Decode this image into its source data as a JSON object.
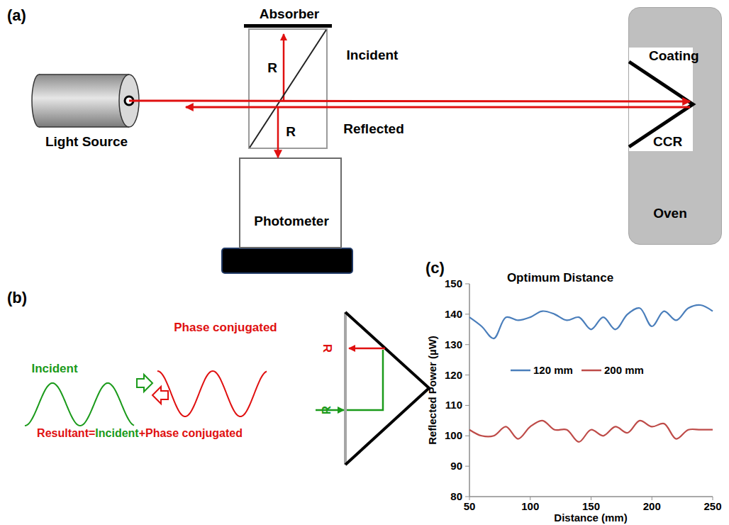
{
  "diagram": {
    "nodes": [
      {
        "text": [
          "Light Source"
        ]
      },
      {
        "text": [
          "Absorber"
        ]
      },
      {
        "text": [
          "Photometer"
        ]
      },
      {
        "text": [
          "Oven"
        ]
      },
      {
        "text": [
          "Coating",
          "CCR"
        ],
        "in": 3
      }
    ],
    "edges": [
      {
        "from": 0,
        "to": 4,
        "arrow": "to",
        "label": "Incident"
      },
      {
        "from": 4,
        "to": 1,
        "arrow": "to",
        "label": "Reflected"
      },
      {
        "from": 1,
        "to": 2,
        "arrow": "to",
        "label": "R"
      }
    ],
    "labels": [
      "(a)",
      "R",
      "(b)",
      "Incident",
      "Phase conjugated",
      "Resultant=Incident+Phase conjugated",
      "R",
      "R",
      "(c)",
      "Optimum Distance",
      "150",
      "140",
      "130",
      "120",
      "110",
      "100",
      "90",
      "80",
      "50",
      "100",
      "150",
      "200",
      "250",
      "Reflected Power (µW)",
      "Distance (mm)"
    ],
    "legend": [
      {
        "text": "120 mm"
      },
      {
        "text": "200 mm"
      }
    ]
  }
}
